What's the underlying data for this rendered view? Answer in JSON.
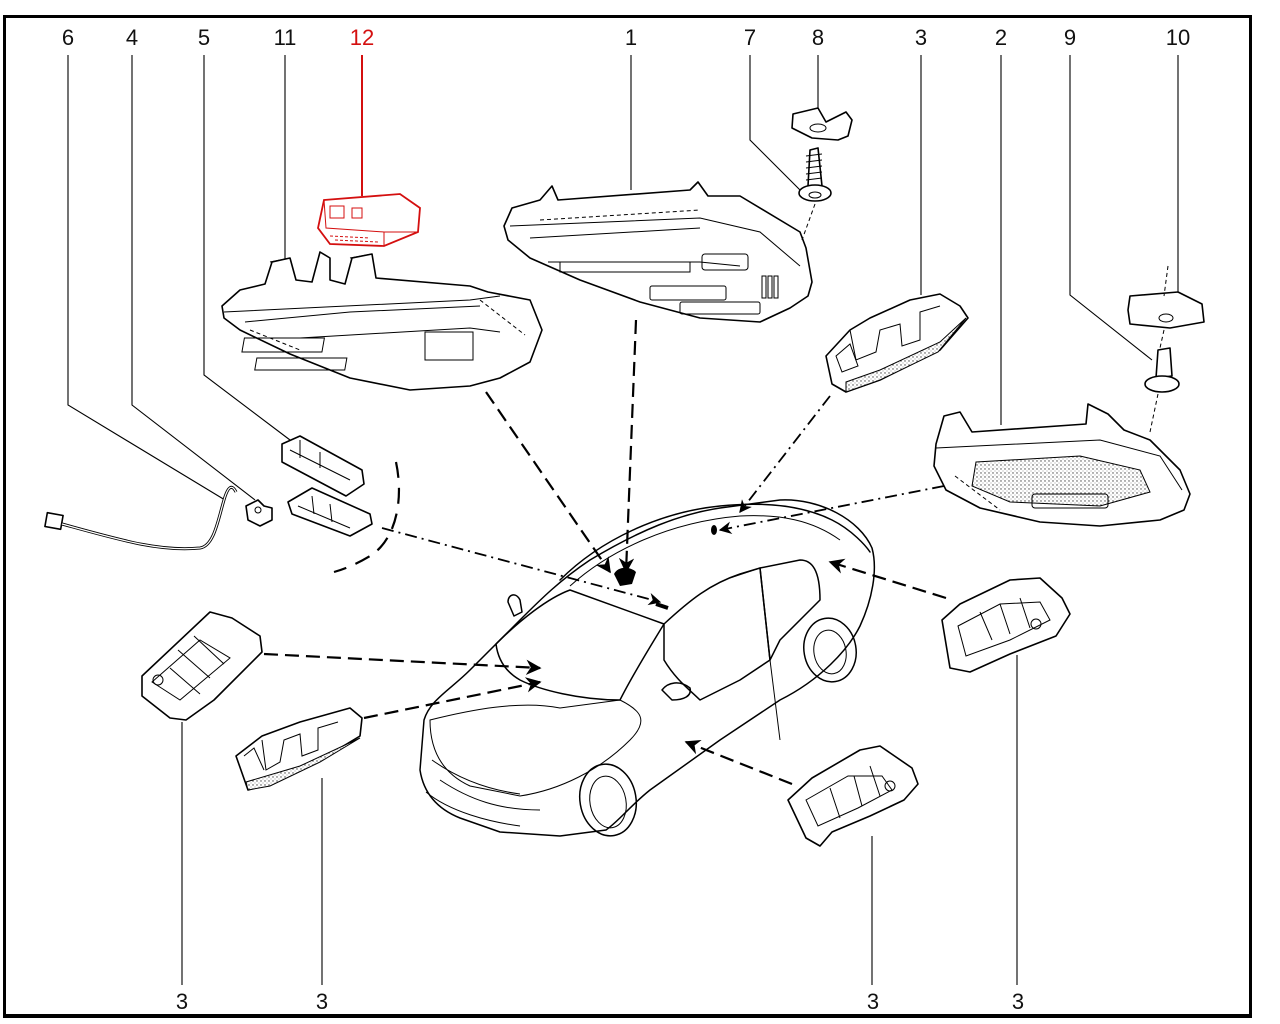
{
  "diagram": {
    "type": "exploded-parts-diagram",
    "subject": "Vehicle interior lighting (dome/map lamps) assembly",
    "highlight_color": "#d40f0f",
    "line_color": "#000000",
    "top_callouts": [
      {
        "id": "6",
        "label": "6",
        "highlighted": false,
        "part": "wiring-harness"
      },
      {
        "id": "4",
        "label": "4",
        "highlighted": false,
        "part": "small-connector-clip"
      },
      {
        "id": "5",
        "label": "5",
        "highlighted": false,
        "part": "lamp-lens-and-housing"
      },
      {
        "id": "11",
        "label": "11",
        "highlighted": false,
        "part": "front-overhead-console-clip"
      },
      {
        "id": "12",
        "label": "12",
        "highlighted": true,
        "part": "control-module"
      },
      {
        "id": "1",
        "label": "1",
        "highlighted": false,
        "part": "front-overhead-console"
      },
      {
        "id": "7",
        "label": "7",
        "highlighted": false,
        "part": "self-tapping-screw"
      },
      {
        "id": "8",
        "label": "8",
        "highlighted": false,
        "part": "speed-nut-clip"
      },
      {
        "id": "3",
        "label": "3",
        "highlighted": false,
        "part": "courtesy-lamp"
      },
      {
        "id": "2",
        "label": "2",
        "highlighted": false,
        "part": "rear-overhead-lamp"
      },
      {
        "id": "9",
        "label": "9",
        "highlighted": false,
        "part": "screw"
      },
      {
        "id": "10",
        "label": "10",
        "highlighted": false,
        "part": "speed-nut-clip"
      }
    ],
    "bottom_callouts": [
      {
        "id": "3a",
        "label": "3",
        "part": "courtesy-lamp"
      },
      {
        "id": "3b",
        "label": "3",
        "part": "courtesy-lamp"
      },
      {
        "id": "3c",
        "label": "3",
        "part": "courtesy-lamp"
      },
      {
        "id": "3d",
        "label": "3",
        "part": "courtesy-lamp"
      }
    ],
    "center_object": "sedan-car-outline"
  }
}
